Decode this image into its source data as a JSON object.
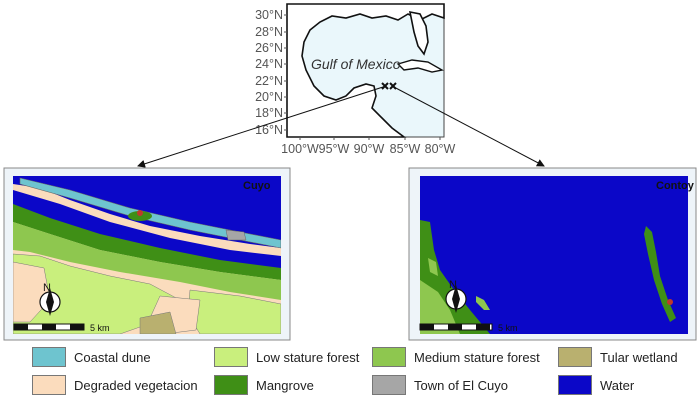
{
  "overview": {
    "lat_labels": [
      "30°N",
      "28°N",
      "26°N",
      "24°N",
      "22°N",
      "20°N",
      "18°N",
      "16°N"
    ],
    "lon_labels": [
      "100°W",
      "95°W",
      "90°W",
      "85°W",
      "80°W"
    ],
    "gulf_label": "Gulf of Mexico"
  },
  "panels": {
    "left": {
      "label": "Cuyo",
      "scale_label": "5 km",
      "north_label": "N"
    },
    "right": {
      "label": "Contoy",
      "scale_label": "5 km",
      "north_label": "N"
    }
  },
  "legend": [
    {
      "label": "Coastal dune",
      "color": "#6ec4cf"
    },
    {
      "label": "Degraded vegetacion",
      "color": "#fbdcbd"
    },
    {
      "label": "Low stature forest",
      "color": "#c9ef7d"
    },
    {
      "label": "Mangrove",
      "color": "#3f8f16"
    },
    {
      "label": "Medium stature forest",
      "color": "#8ec74f"
    },
    {
      "label": "Town of El Cuyo",
      "color": "#a6a6a6"
    },
    {
      "label": "Tular wetland",
      "color": "#b9b06f"
    },
    {
      "label": "Water",
      "color": "#0b07c8"
    }
  ]
}
